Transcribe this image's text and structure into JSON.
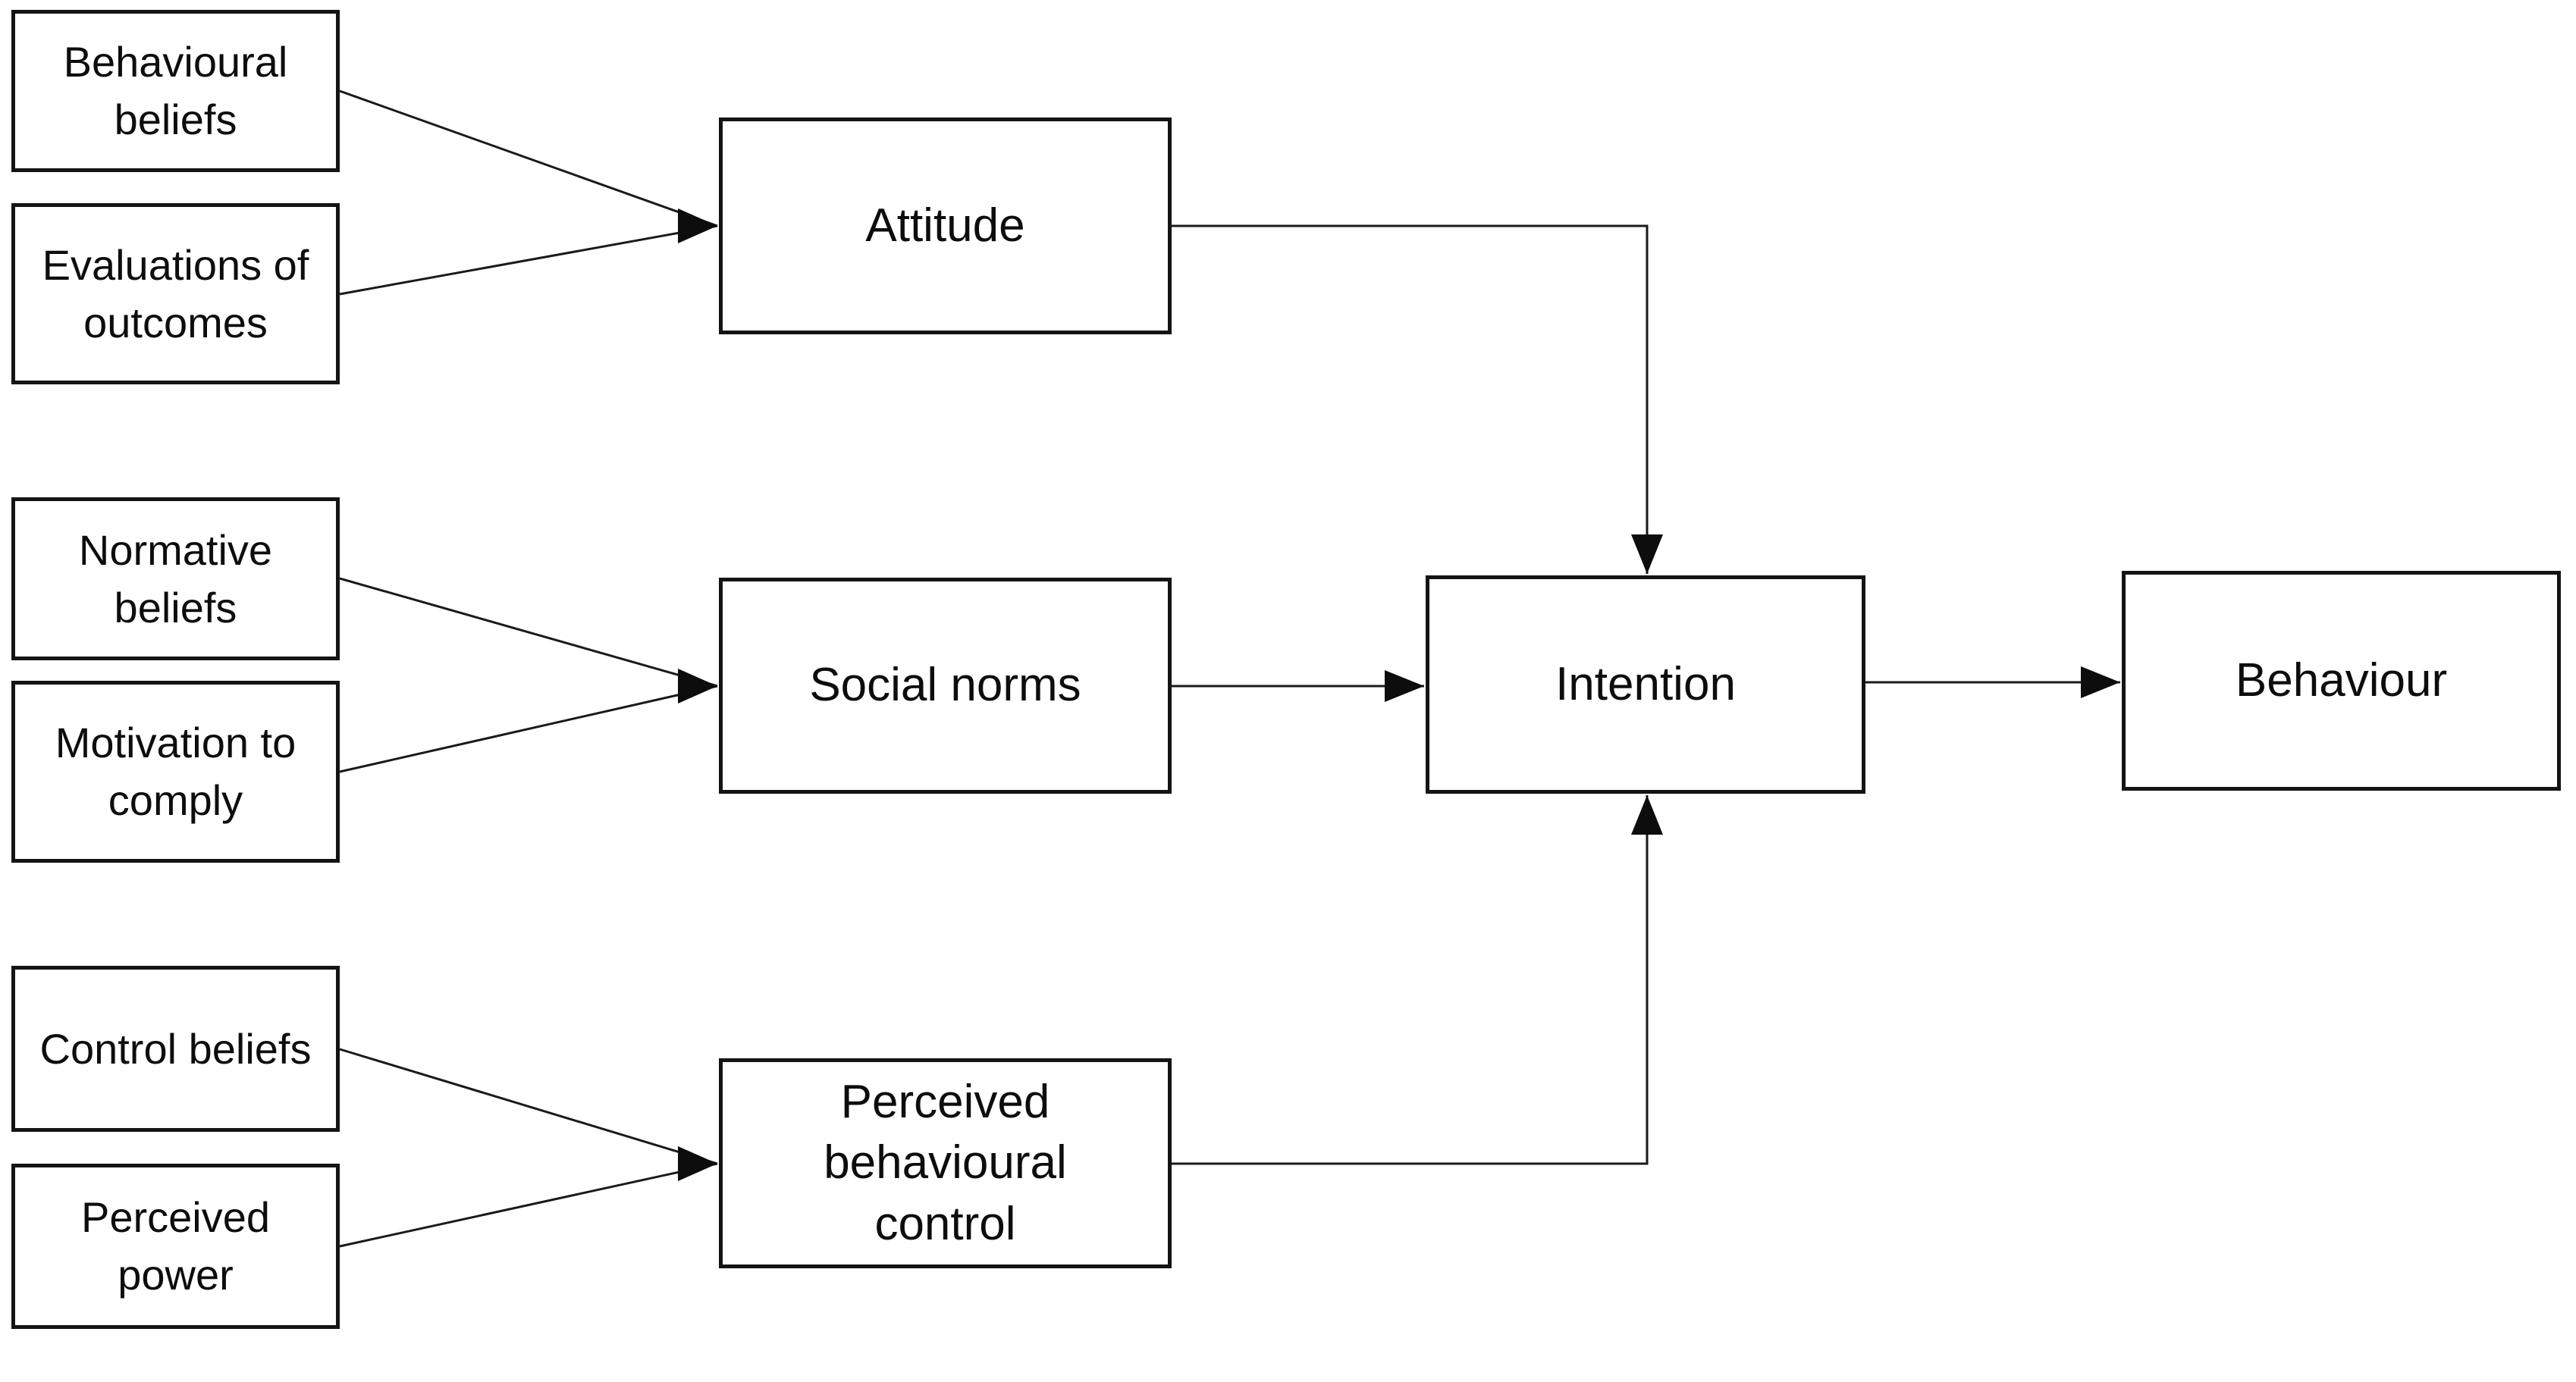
{
  "diagram": {
    "background_color": "#ffffff",
    "stroke_color": "#1a1a1a",
    "text_color": "#0d0d0d",
    "nodes": {
      "behavioural_beliefs": "Behavioural\nbeliefs",
      "evaluations_of_outcomes": "Evaluations of\noutcomes",
      "normative_beliefs": "Normative\nbeliefs",
      "motivation_to_comply": "Motivation to\ncomply",
      "control_beliefs": "Control beliefs",
      "perceived_power": "Perceived\npower",
      "attitude": "Attitude",
      "social_norms": "Social norms",
      "perceived_behavioural_control": "Perceived\nbehavioural\ncontrol",
      "intention": "Intention",
      "behaviour": "Behaviour"
    },
    "edges": [
      {
        "from": "behavioural_beliefs",
        "to": "attitude"
      },
      {
        "from": "evaluations_of_outcomes",
        "to": "attitude"
      },
      {
        "from": "normative_beliefs",
        "to": "social_norms"
      },
      {
        "from": "motivation_to_comply",
        "to": "social_norms"
      },
      {
        "from": "control_beliefs",
        "to": "perceived_behavioural_control"
      },
      {
        "from": "perceived_power",
        "to": "perceived_behavioural_control"
      },
      {
        "from": "attitude",
        "to": "intention"
      },
      {
        "from": "social_norms",
        "to": "intention"
      },
      {
        "from": "perceived_behavioural_control",
        "to": "intention"
      },
      {
        "from": "intention",
        "to": "behaviour"
      }
    ]
  }
}
